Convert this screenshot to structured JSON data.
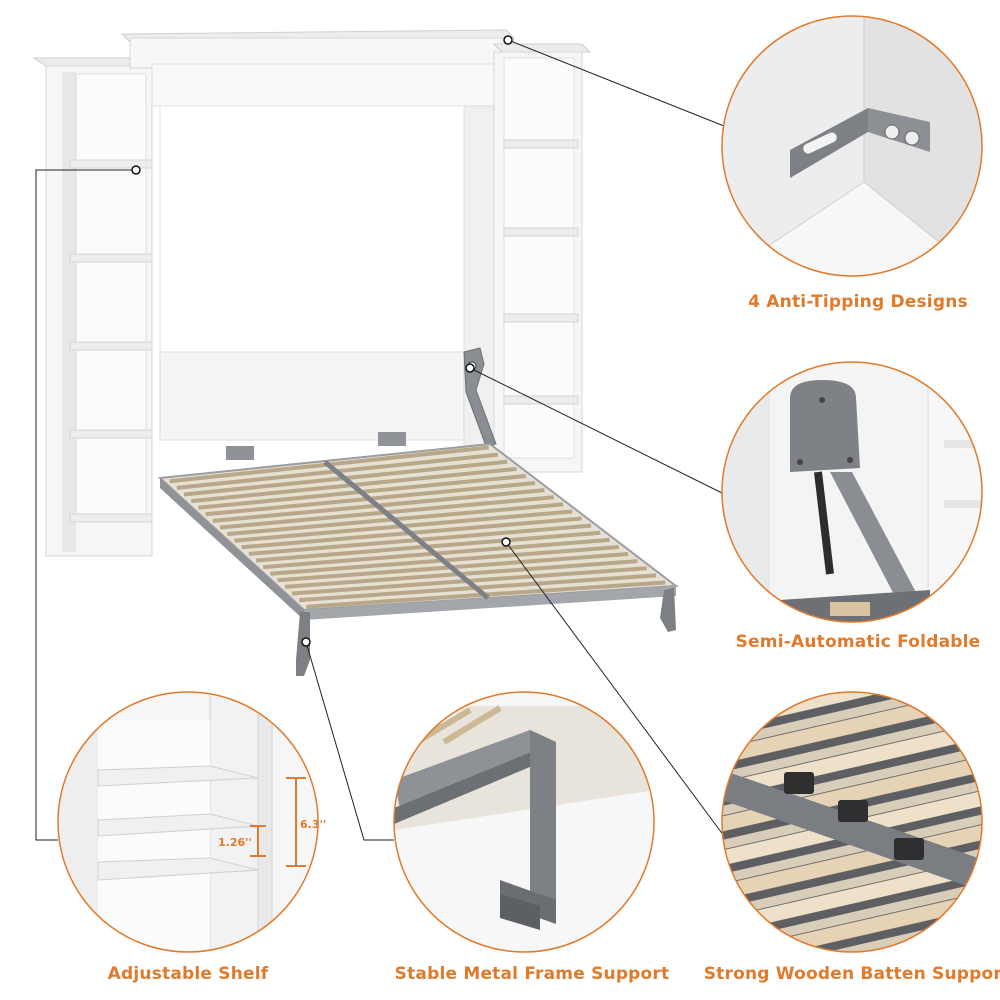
{
  "features": {
    "anti_tipping": "4 Anti-Tipping Designs",
    "semi_automatic": "Semi-Automatic Foldable",
    "adjustable_shelf": "Adjustable Shelf",
    "metal_frame": "Stable Metal Frame Support",
    "wooden_batten": "Strong Wooden Batten Support"
  },
  "dimensions": {
    "shelf_spacing": "6.3''",
    "shelf_adjust": "1.26''"
  },
  "colors": {
    "accent": "#e07a2c",
    "metal": "#8a8d91",
    "cabinet": "#f7f7f7",
    "batten": "#e6d2b5"
  }
}
